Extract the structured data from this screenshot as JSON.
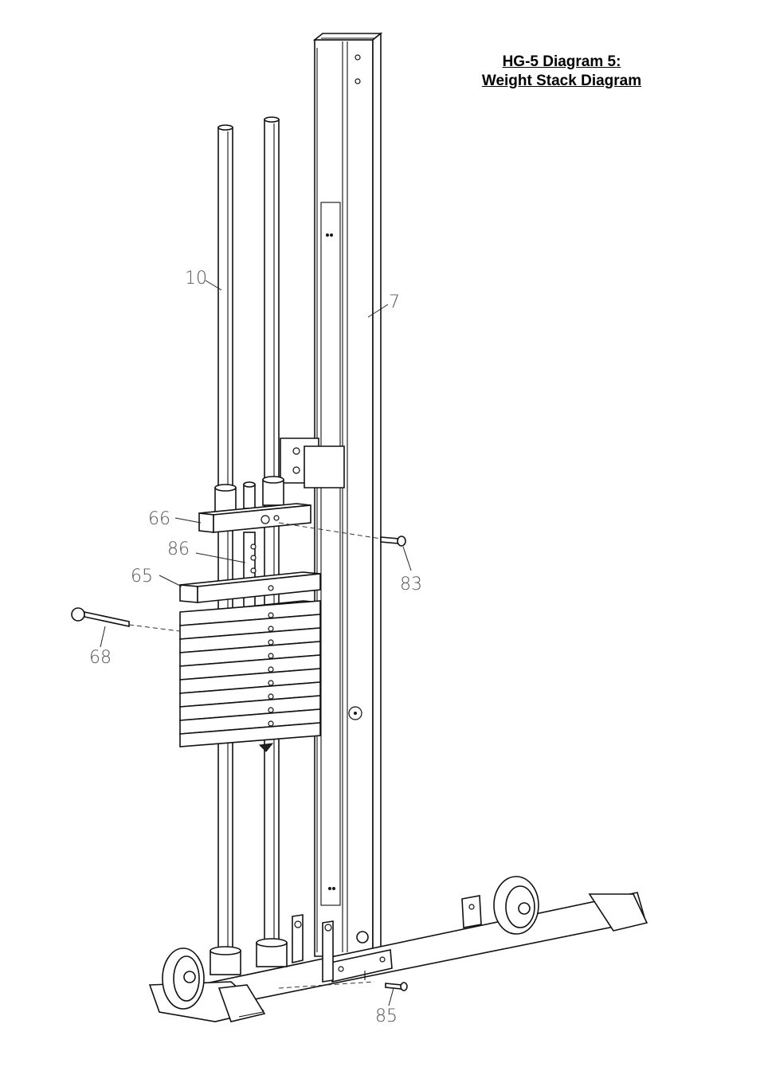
{
  "title": {
    "line1": "HG-5 Diagram 5:",
    "line2": "Weight Stack Diagram"
  },
  "callouts": {
    "part_10": "10",
    "part_7": "7",
    "part_66": "66",
    "part_86": "86",
    "part_65": "65",
    "part_83": "83",
    "part_68": "68",
    "part_85": "85"
  }
}
